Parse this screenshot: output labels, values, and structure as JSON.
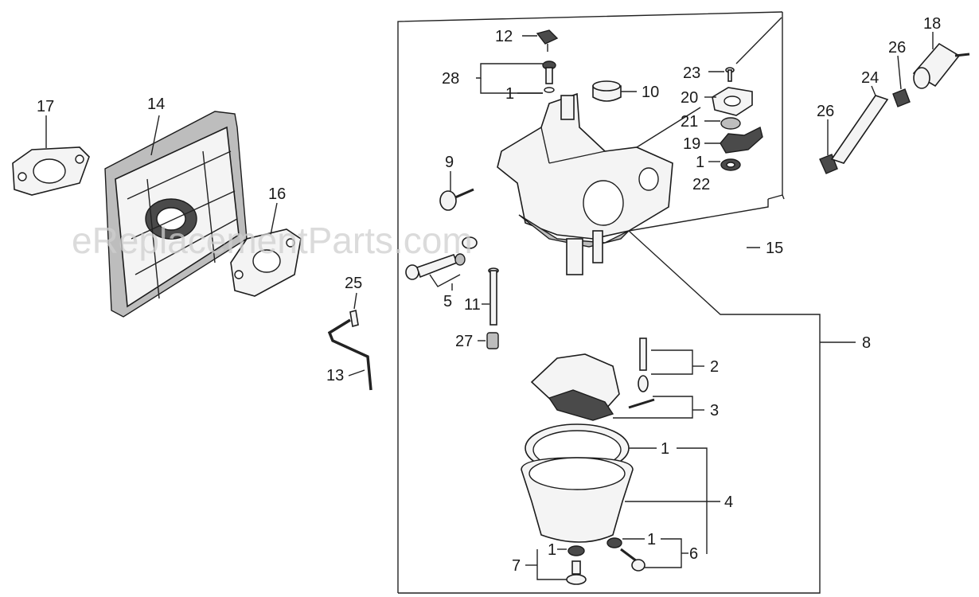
{
  "watermark": "eReplacementParts.com",
  "callouts": [
    "1",
    "2",
    "3",
    "4",
    "5",
    "6",
    "7",
    "8",
    "9",
    "10",
    "11",
    "12",
    "13",
    "14",
    "15",
    "16",
    "17",
    "18",
    "19",
    "20",
    "21",
    "22",
    "23",
    "24",
    "25",
    "26",
    "27",
    "28"
  ]
}
